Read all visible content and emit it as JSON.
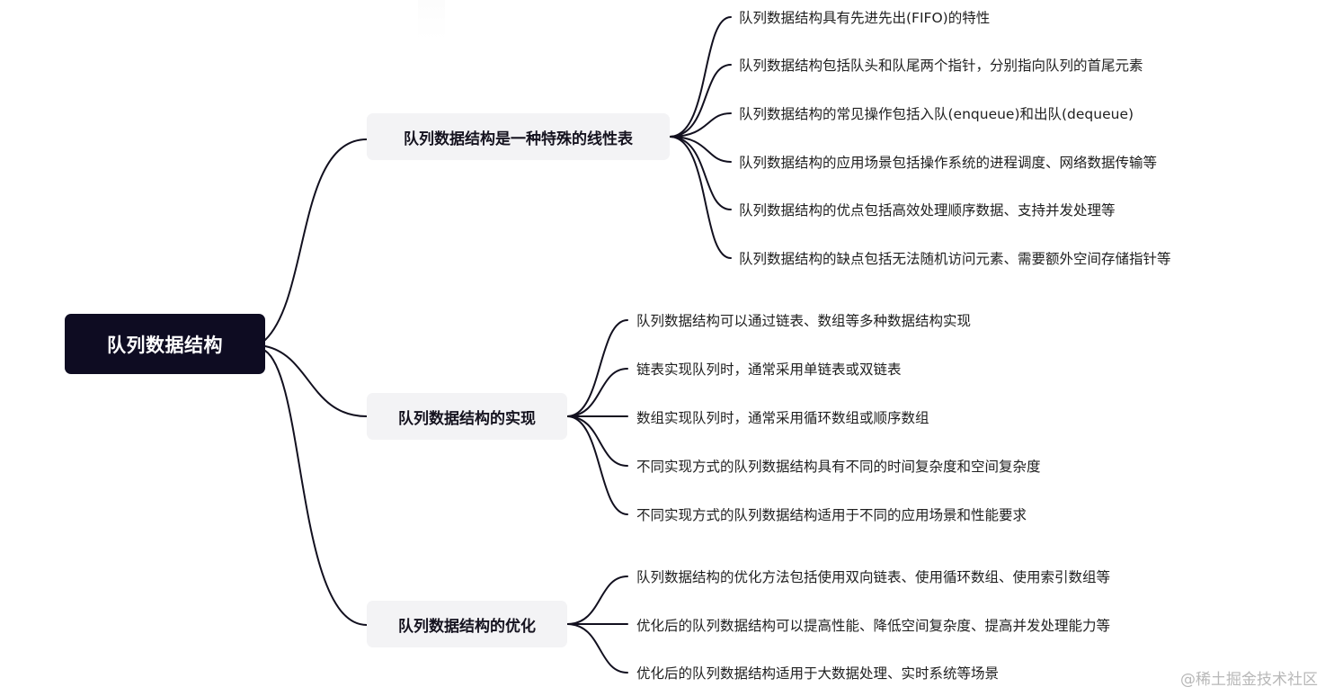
{
  "mindmap": {
    "root": {
      "label": "队列数据结构"
    },
    "branches": [
      {
        "label": "队列数据结构是一种特殊的线性表",
        "children": [
          "队列数据结构具有先进先出(FIFO)的特性",
          "队列数据结构包括队头和队尾两个指针，分别指向队列的首尾元素",
          "队列数据结构的常见操作包括入队(enqueue)和出队(dequeue)",
          "队列数据结构的应用场景包括操作系统的进程调度、网络数据传输等",
          "队列数据结构的优点包括高效处理顺序数据、支持并发处理等",
          "队列数据结构的缺点包括无法随机访问元素、需要额外空间存储指针等"
        ]
      },
      {
        "label": "队列数据结构的实现",
        "children": [
          "队列数据结构可以通过链表、数组等多种数据结构实现",
          "链表实现队列时，通常采用单链表或双链表",
          "数组实现队列时，通常采用循环数组或顺序数组",
          "不同实现方式的队列数据结构具有不同的时间复杂度和空间复杂度",
          "不同实现方式的队列数据结构适用于不同的应用场景和性能要求"
        ]
      },
      {
        "label": "队列数据结构的优化",
        "children": [
          "队列数据结构的优化方法包括使用双向链表、使用循环数组、使用索引数组等",
          "优化后的队列数据结构可以提高性能、降低空间复杂度、提高并发处理能力等",
          "优化后的队列数据结构适用于大数据处理、实时系统等场景"
        ]
      }
    ]
  },
  "watermark": "@稀土掘金技术社区",
  "colors": {
    "root_bg": "#0e0c22",
    "root_text": "#ffffff",
    "branch_bg": "#f3f3f5",
    "branch_text": "#15131f",
    "edge": "#12101f",
    "leaf_text": "#1f1f1f",
    "watermark": "#b8b8b8"
  }
}
